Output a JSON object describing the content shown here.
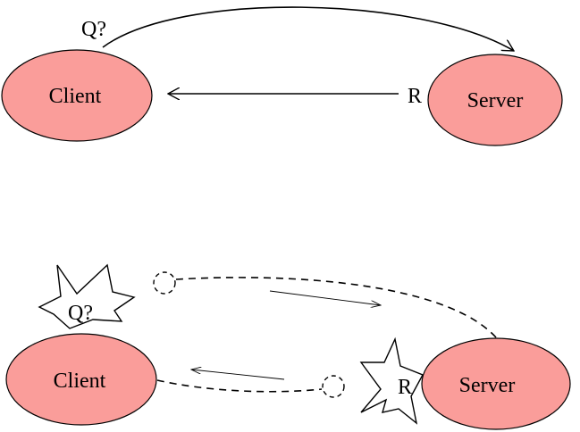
{
  "top": {
    "client_label": "Client",
    "server_label": "Server",
    "query_label": "Q?",
    "response_label": "R"
  },
  "bottom": {
    "client_label": "Client",
    "server_label": "Server",
    "query_label": "Q?",
    "response_label": "R"
  },
  "colors": {
    "node_fill": "#fa9d9a",
    "stroke": "#000000"
  }
}
